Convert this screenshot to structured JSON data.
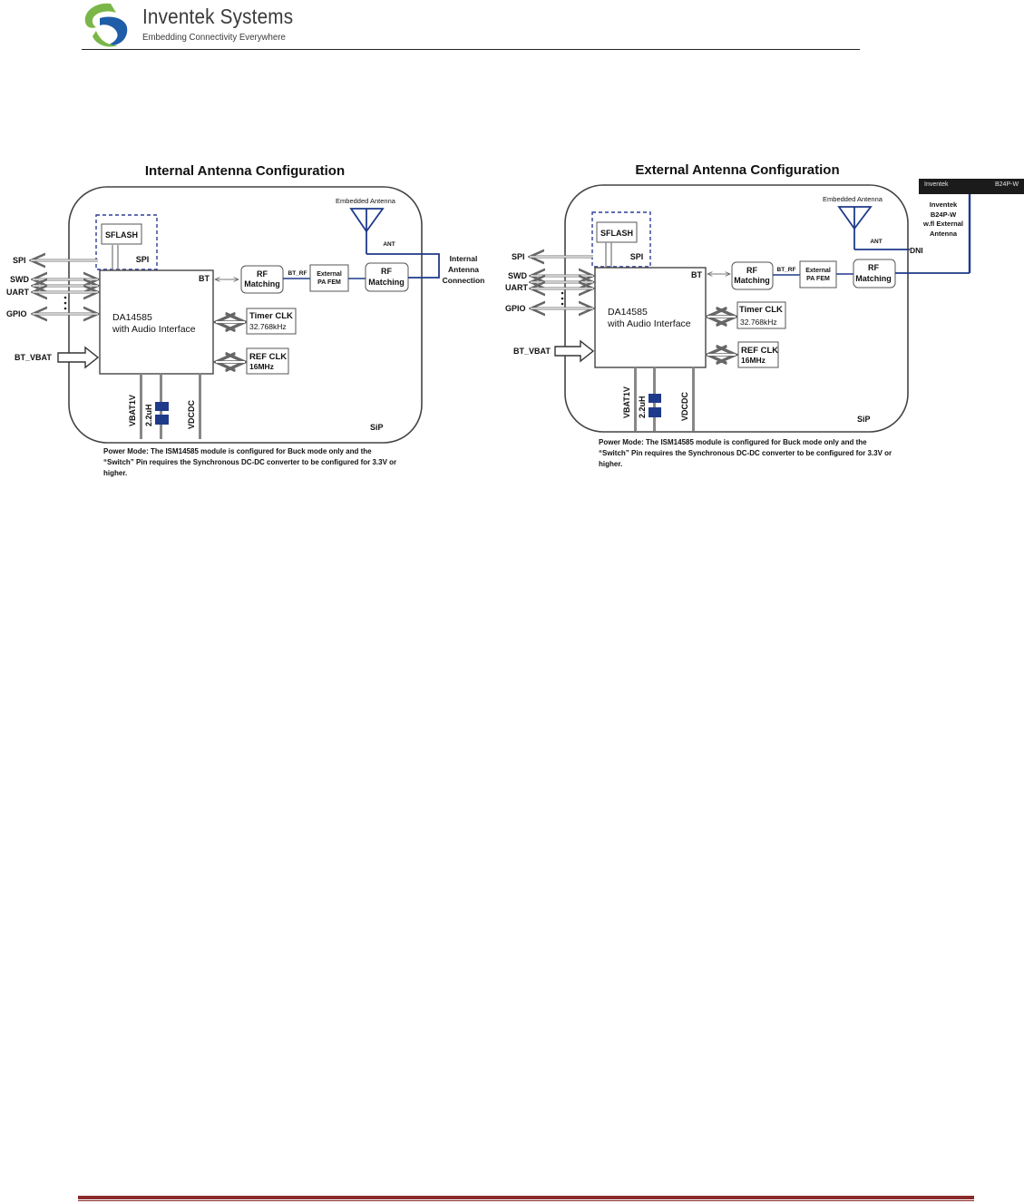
{
  "header": {
    "company_name": "Inventek Systems",
    "tagline": "Embedding Connectivity Everywhere",
    "logo_icon": "inventek-swirl-logo-icon",
    "accent_colors": {
      "logo_green": "#7ab648",
      "logo_blue": "#1f5da8",
      "footer_rule": "#8b2a2a"
    }
  },
  "diagrams": {
    "internal": {
      "title": "Internal Antenna Configuration",
      "embedded_antenna": "Embedded Antenna",
      "ant": "ANT",
      "sflash": "SFLASH",
      "spi_inner": "SPI",
      "bt": "BT",
      "chip_line1": "DA14585",
      "chip_line2": "with Audio Interface",
      "rf_matching_1": [
        "RF",
        "Matching"
      ],
      "bt_rf": "BT_RF",
      "external_pa": [
        "External",
        "PA FEM"
      ],
      "rf_matching_2": [
        "RF",
        "Matching"
      ],
      "connection": [
        "Internal",
        "Antenna",
        "Connection"
      ],
      "timer_clk": [
        "Timer CLK",
        "32.768kHz"
      ],
      "ref_clk": [
        "REF CLK",
        "16MHz"
      ],
      "left_labels": {
        "spi": "SPI",
        "swd": "SWD",
        "uart": "UART",
        "gpio": "GPIO",
        "bt_vbat": "BT_VBAT"
      },
      "vbat1v": "VBAT1V",
      "inductor": "2.2uH",
      "vdcdc": "VDCDC",
      "sip": "SiP",
      "note": [
        "Power Mode: The ISM14585 module is configured for Buck mode only and the",
        "“Switch” Pin requires the Synchronous DC-DC converter to be configured for 3.3V or",
        "higher."
      ]
    },
    "external": {
      "title": "External Antenna Configuration",
      "embedded_antenna": "Embedded Antenna",
      "ant": "ANT",
      "dni": "DNI",
      "sflash": "SFLASH",
      "spi_inner": "SPI",
      "bt": "BT",
      "chip_line1": "DA14585",
      "chip_line2": "with Audio Interface",
      "rf_matching_1": [
        "RF",
        "Matching"
      ],
      "bt_rf": "BT_RF",
      "external_pa": [
        "External",
        "PA FEM"
      ],
      "rf_matching_2": [
        "RF",
        "Matching"
      ],
      "timer_clk": [
        "Timer CLK",
        "32.768kHz"
      ],
      "ref_clk": [
        "REF CLK",
        "16MHz"
      ],
      "left_labels": {
        "spi": "SPI",
        "swd": "SWD",
        "uart": "UART",
        "gpio": "GPIO",
        "bt_vbat": "BT_VBAT"
      },
      "vbat1v": "VBAT1V",
      "inductor": "2.2uH",
      "vdcdc": "VDCDC",
      "sip": "SiP",
      "note": [
        "Power Mode: The ISM14585 module is configured for Buck mode only and the",
        "“Switch” Pin requires the Synchronous DC-DC converter to be configured for 3.3V or",
        "higher."
      ],
      "antenna_strap": {
        "brand": "Inventek",
        "model": "B24P-W"
      },
      "antenna_note": [
        "Inventek",
        "B24P-W",
        "w.fl External",
        "Antenna"
      ]
    }
  }
}
